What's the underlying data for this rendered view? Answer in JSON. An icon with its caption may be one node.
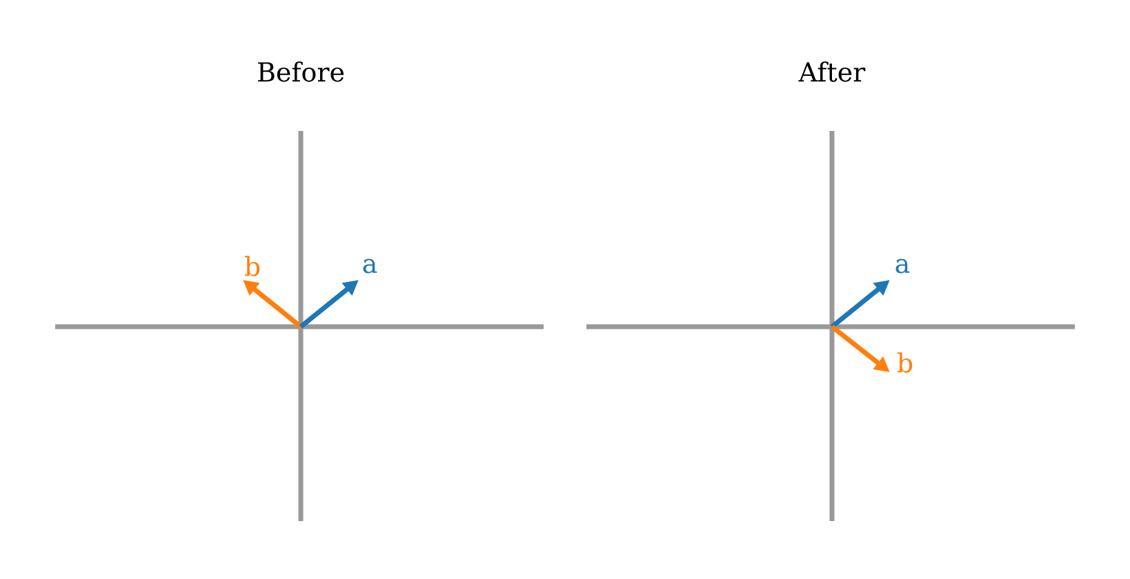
{
  "diagram": {
    "labels": [
      "Before",
      "After",
      "b",
      "a",
      "a",
      "b"
    ]
  }
}
